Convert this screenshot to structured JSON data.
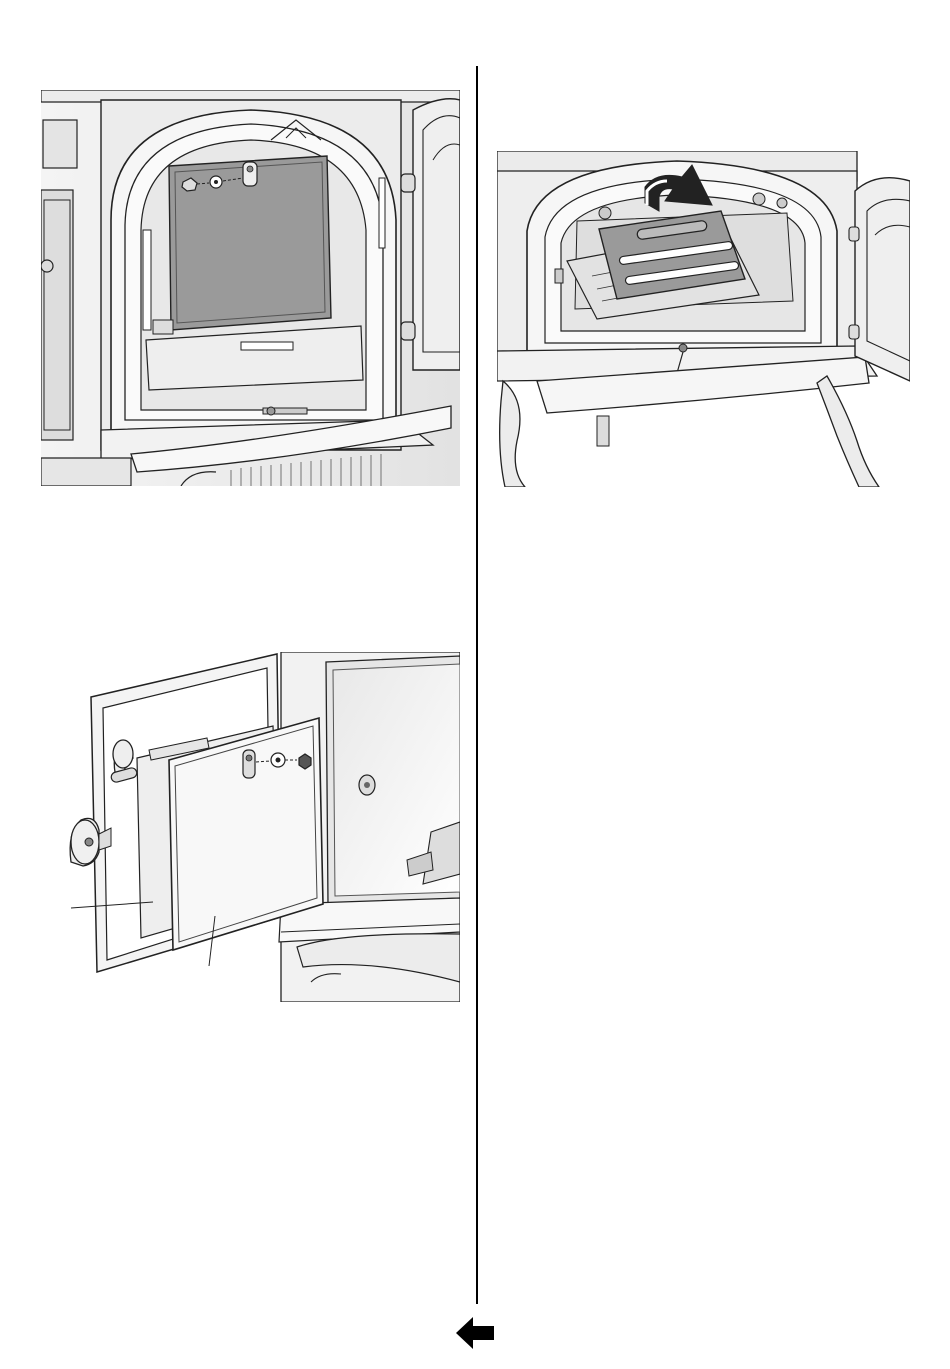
{
  "page": {
    "figures": [
      {
        "icon": "stove-door-open-baffle-plate-illustration"
      },
      {
        "icon": "stove-baffle-installation-illustration"
      },
      {
        "icon": "stove-door-liner-panel-illustration"
      }
    ],
    "navigation": {
      "previous_icon": "arrow-left-icon"
    }
  },
  "colors": {
    "line": "#222222",
    "panel_gray": "#9a9a9a",
    "light_gray": "#d8d8d8",
    "paper": "#ffffff"
  }
}
